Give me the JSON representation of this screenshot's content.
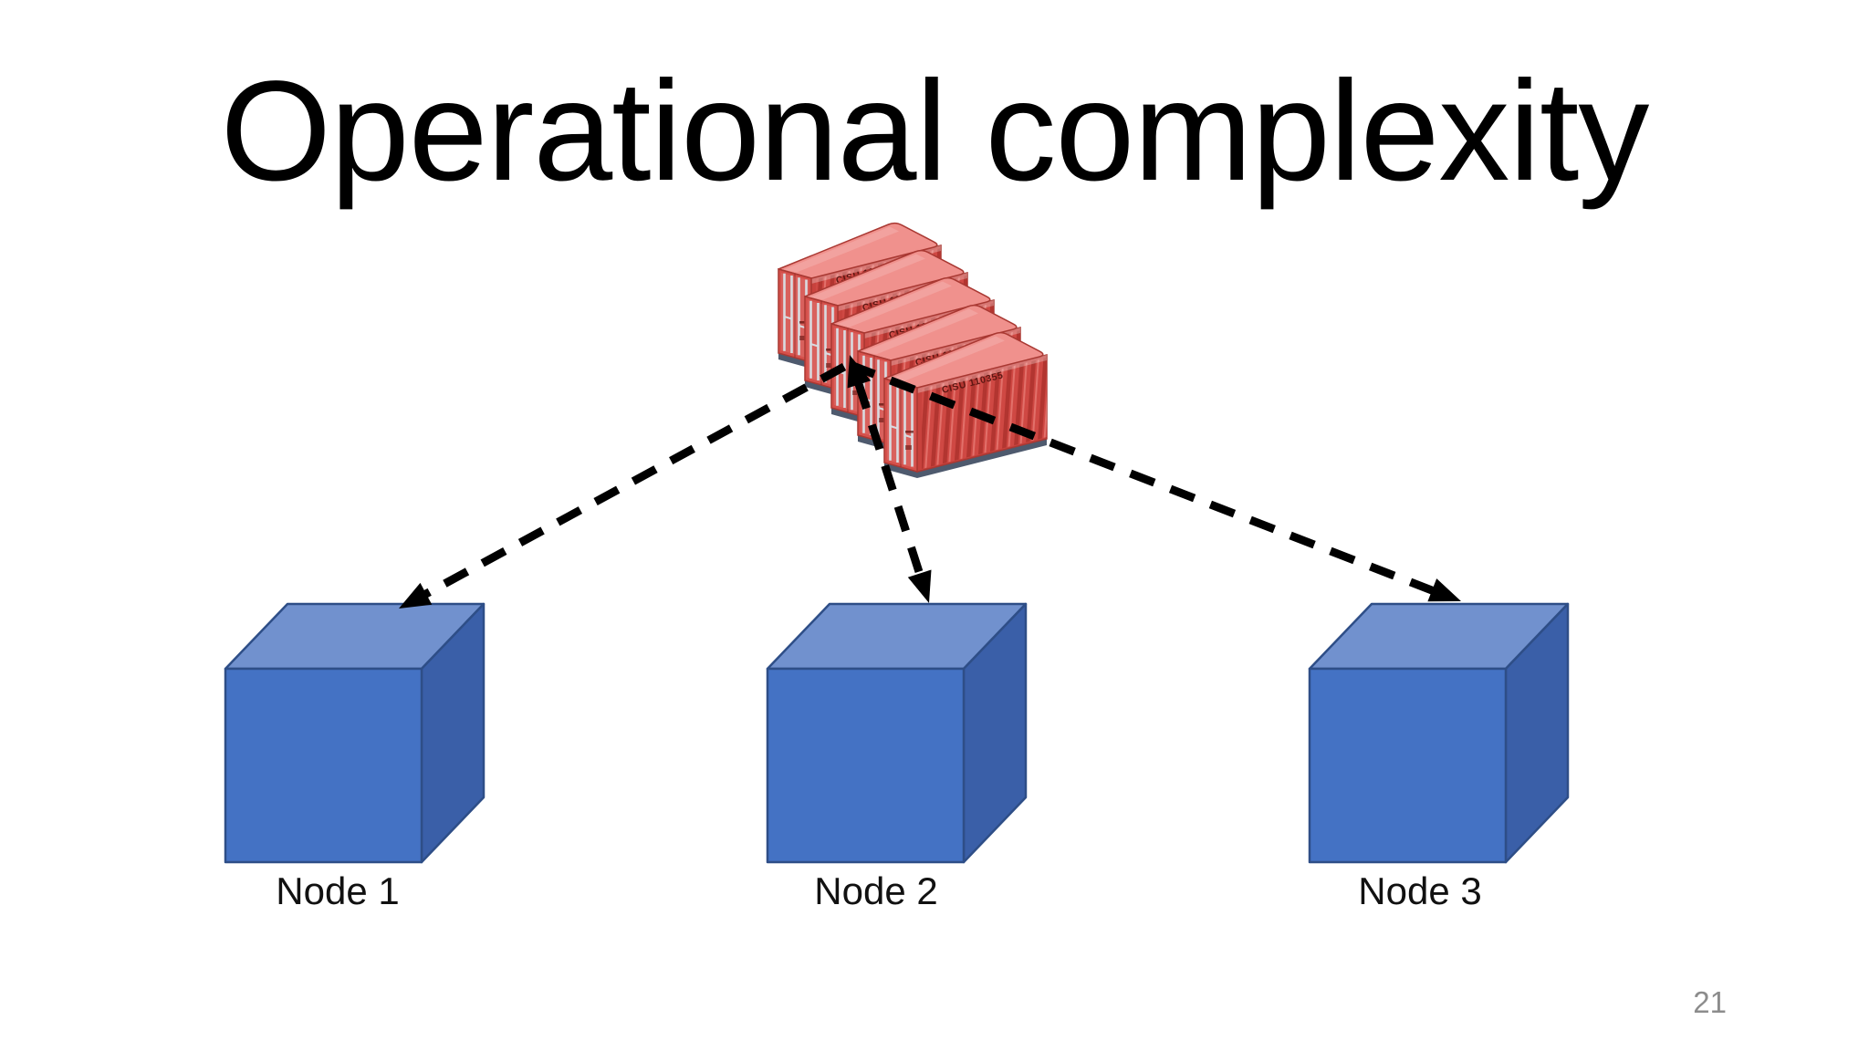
{
  "slide": {
    "title": "Operational complexity",
    "page_number": "21"
  },
  "diagram": {
    "container_stack": {
      "icon": "shipping-container-icon",
      "count": 5,
      "container_id": "CISU 110355"
    },
    "nodes": [
      {
        "label": "Node 1"
      },
      {
        "label": "Node 2"
      },
      {
        "label": "Node 3"
      }
    ]
  },
  "colors": {
    "slide-bg": "#ffffff",
    "title-color": "#000000",
    "label-color": "#111111",
    "page-number-color": "#8c8c8c",
    "arrow-color": "#000000",
    "cube-front": "#4472c4",
    "cube-top": "#7191ce",
    "cube-side": "#3a5fa8",
    "cube-outline": "#2e4e87",
    "container-roof": "#f0918d",
    "container-door": "#d5504b",
    "container-side": "#c8423d",
    "container-outline": "#a93832",
    "container-rod": "#d9dbe0",
    "container-strip": "#4e5a6e"
  }
}
